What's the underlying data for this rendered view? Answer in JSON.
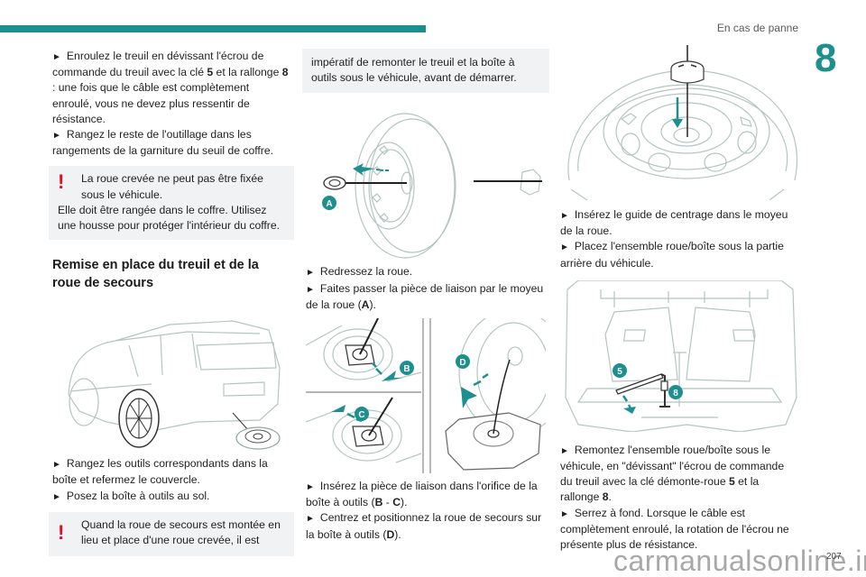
{
  "header": {
    "section_title": "En cas de panne",
    "chapter_number": "8",
    "accent_color": "#1e8f8f"
  },
  "column1": {
    "steps_top": [
      {
        "pre": "Enroulez le treuil en dévissant l'écrou de commande du treuil avec la clé ",
        "b1": "5",
        "mid": " et la rallonge ",
        "b2": "8",
        "post": " : une fois que le câble est complètement enroulé, vous ne devez plus ressentir de résistance."
      },
      {
        "text": "Rangez le reste de l'outillage dans les rangements de la garniture du seuil de coffre."
      }
    ],
    "warning1": {
      "line1": "La roue crevée ne peut pas être fixée sous le véhicule.",
      "line2": "Elle doit être rangée dans le coffre. Utilisez une housse pour protéger l'intérieur du coffre."
    },
    "heading": "Remise en place du treuil et de la roue de secours",
    "steps_bottom": [
      {
        "text": "Rangez les outils correspondants dans la boîte et refermez le couvercle."
      },
      {
        "text": "Posez la boîte à outils au sol."
      }
    ],
    "warning2": {
      "line1": "Quand la roue de secours est montée en lieu et place d'une roue crevée, il est"
    }
  },
  "column2": {
    "warning2_continued": "impératif de remonter le treuil et la boîte à outils sous le véhicule, avant de démarrer.",
    "figure1_label": "A",
    "steps_mid": [
      {
        "text": "Redressez la roue."
      },
      {
        "pre": "Faites passer la pièce de liaison par le moyeu de la roue (",
        "b1": "A",
        "post": ")."
      }
    ],
    "figure2_labels": [
      "B",
      "C",
      "D"
    ],
    "steps_bottom": [
      {
        "pre": "Insérez la pièce de liaison dans l'orifice de la boîte à outils (",
        "b1": "B",
        "mid": " - ",
        "b2": "C",
        "post": ")."
      },
      {
        "pre": "Centrez et positionnez la roue de secours sur la boîte à outils (",
        "b1": "D",
        "post": ")."
      }
    ]
  },
  "column3": {
    "steps_mid": [
      {
        "text": "Insérez le guide de centrage dans le moyeu de la roue."
      },
      {
        "text": "Placez l'ensemble roue/boîte sous la partie arrière du véhicule."
      }
    ],
    "figure_labels": [
      "5",
      "8"
    ],
    "steps_bottom": [
      {
        "pre": "Remontez l'ensemble roue/boîte sous le véhicule, en \"dévissant\" l'écrou de commande du treuil avec la clé démonte-roue ",
        "b1": "5",
        "mid": " et la rallonge ",
        "b2": "8",
        "post": "."
      },
      {
        "text": "Serrez à fond. Lorsque le câble est complètement enroulé, la rotation de l'écrou ne présente plus de résistance."
      }
    ]
  },
  "footer": {
    "page_number": "207",
    "watermark": "carmanualsonline.info"
  },
  "glyphs": {
    "bullet": "►",
    "warning": "!"
  }
}
